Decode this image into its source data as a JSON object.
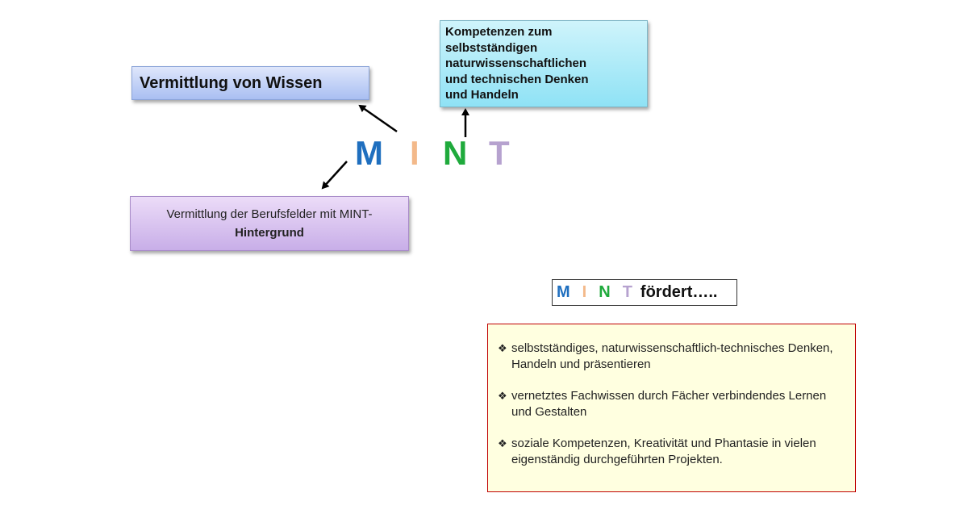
{
  "diagram": {
    "box_wissen": "Vermittlung von Wissen",
    "box_kompetenz_lines": [
      "Kompetenzen zum",
      "selbstständigen",
      "naturwissenschaftlichen",
      "und technischen Denken",
      "und Handeln"
    ],
    "box_beruf_line1": "Vermittlung der Berufsfelder mit MINT-",
    "box_beruf_line2": "Hintergrund",
    "mint_letters": [
      {
        "letter": "M",
        "color": "#1f6fbf"
      },
      {
        "letter": "I",
        "color": "#f3b98a"
      },
      {
        "letter": "N",
        "color": "#1faa3c"
      },
      {
        "letter": "T",
        "color": "#b6a2cf"
      }
    ]
  },
  "foerdert": {
    "letters": [
      "M",
      "I",
      "N",
      "T"
    ],
    "word": "fördert….."
  },
  "bullets": [
    "selbstständiges, naturwissenschaftlich-technisches Denken, Handeln und präsentieren",
    "vernetztes Fachwissen durch Fächer verbindendes Lernen und Gestalten",
    "soziale Kompetenzen, Kreativität und Phantasie in vielen eigenständig durchgeführten Projekten."
  ],
  "bullet_symbol": "❖",
  "colors": {
    "m": "#1f6fbf",
    "i": "#f3b98a",
    "n": "#1faa3c",
    "t": "#b6a2cf",
    "frame_red": "#c00000",
    "yellow_bg": "#ffffe0"
  }
}
